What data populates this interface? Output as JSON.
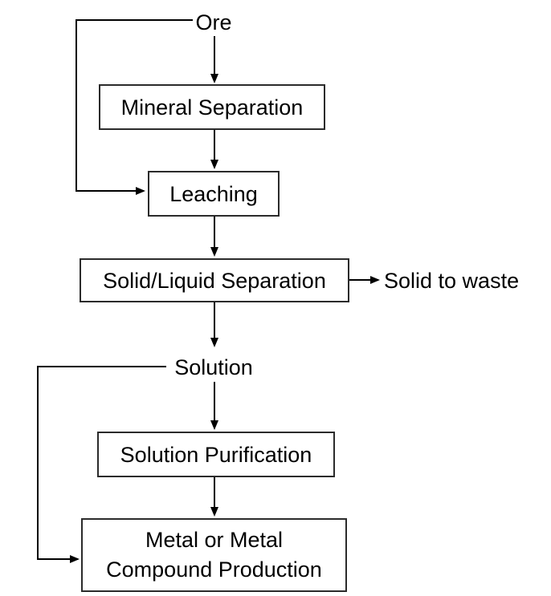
{
  "diagram": {
    "background_color": "#ffffff",
    "line_color": "#000000",
    "box_border_color": "#2b2b2b",
    "box_fill_color": "#ffffff",
    "text_color": "#000000",
    "nodes": {
      "ore": {
        "label": "Ore"
      },
      "mineral_separation": {
        "label": "Mineral Separation"
      },
      "leaching": {
        "label": "Leaching"
      },
      "solid_liquid_separation": {
        "label": "Solid/Liquid Separation"
      },
      "solid_to_waste": {
        "label": "Solid to waste"
      },
      "solution": {
        "label": "Solution"
      },
      "solution_purification": {
        "label": "Solution Purification"
      },
      "metal_compound_production": {
        "label": "Metal or Metal Compound Production",
        "line1": "Metal or Metal",
        "line2": "Compound Production"
      }
    },
    "edges": [
      {
        "from": "Ore",
        "to": "Mineral Separation"
      },
      {
        "from": "Ore",
        "to": "Leaching"
      },
      {
        "from": "Mineral Separation",
        "to": "Leaching"
      },
      {
        "from": "Leaching",
        "to": "Solid/Liquid Separation"
      },
      {
        "from": "Solid/Liquid Separation",
        "to": "Solid to waste"
      },
      {
        "from": "Solid/Liquid Separation",
        "to": "Solution"
      },
      {
        "from": "Solution",
        "to": "Solution Purification"
      },
      {
        "from": "Solution",
        "to": "Metal or Metal Compound Production"
      },
      {
        "from": "Solution Purification",
        "to": "Metal or Metal Compound Production"
      }
    ]
  }
}
